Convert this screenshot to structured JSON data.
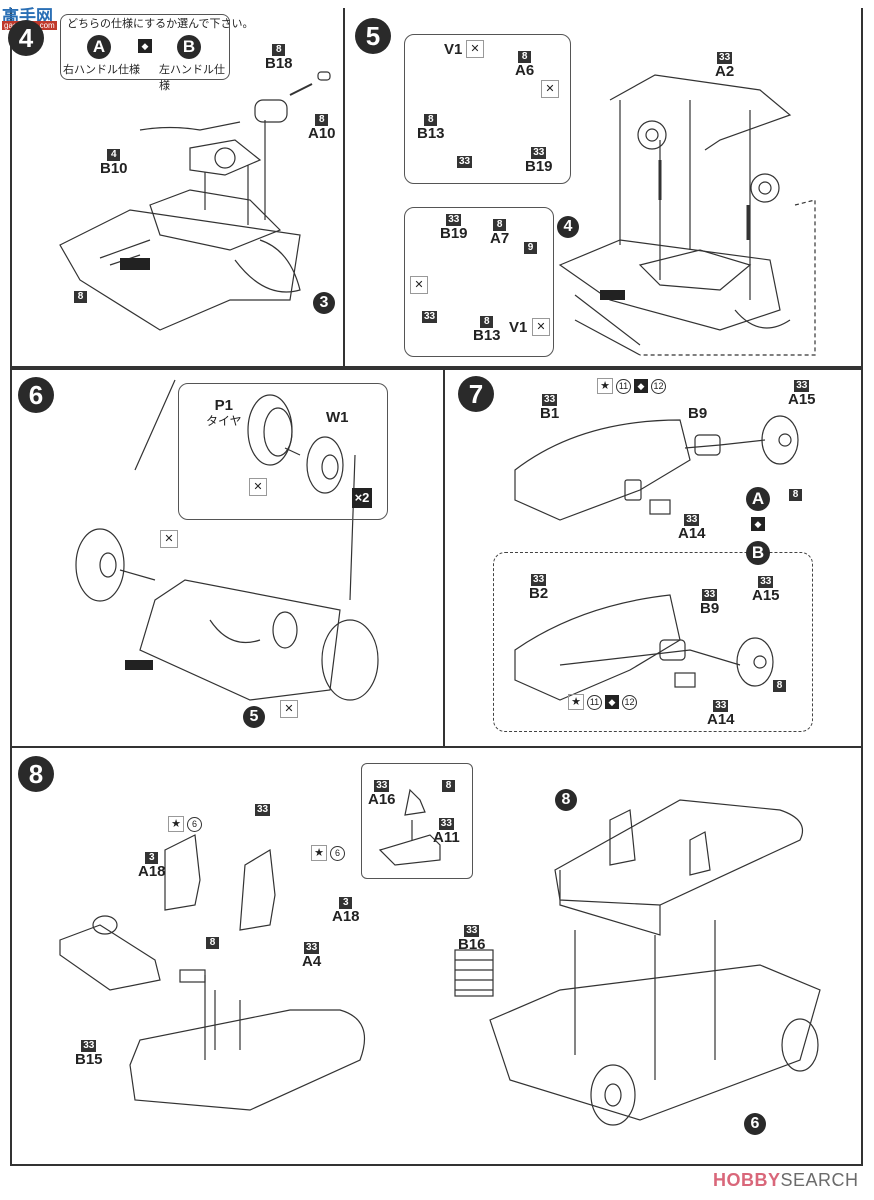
{
  "watermark_top": {
    "logo_text": "高手网",
    "url_text": "gao-shou.com"
  },
  "watermark_bottom": {
    "part1": "HOBBY",
    "part2": "SEARCH"
  },
  "step4": {
    "number": "4",
    "spec_note": "どちらの仕様にするか選んで下さい。",
    "option_a": {
      "letter": "A",
      "label": "右ハンドル仕様"
    },
    "option_b": {
      "letter": "B",
      "label": "左ハンドル仕様"
    },
    "parts": [
      {
        "id": "B18",
        "color": "8"
      },
      {
        "id": "A10",
        "color": "8"
      },
      {
        "id": "B10",
        "color": "4"
      }
    ],
    "floor_color": "8",
    "ref_step": "3"
  },
  "step5": {
    "number": "5",
    "upper_callout": {
      "parts": [
        {
          "id": "V1",
          "color": ""
        },
        {
          "id": "A6",
          "color": "8"
        },
        {
          "id": "B13",
          "color": "8"
        },
        {
          "id": "B19",
          "color": "33"
        }
      ],
      "spring_color": "33"
    },
    "lower_callout": {
      "parts": [
        {
          "id": "B19",
          "color": "33"
        },
        {
          "id": "A7",
          "color": "8"
        },
        {
          "id": "B13",
          "color": "8"
        },
        {
          "id": "V1",
          "color": ""
        }
      ],
      "disc_color": "9",
      "spring_color": "33"
    },
    "frame_part": {
      "id": "A2",
      "color": "33"
    },
    "ref_step": "4"
  },
  "step6": {
    "number": "6",
    "tire": {
      "id": "P1",
      "label": "タイヤ"
    },
    "wheel": {
      "id": "W1"
    },
    "multiplier": "×2",
    "ref_step": "5"
  },
  "step7": {
    "number": "7",
    "variant_a": {
      "letter": "A",
      "dash": {
        "id": "B1",
        "color": "33"
      },
      "column": {
        "id": "B9",
        "color": ""
      },
      "wheel": {
        "id": "A15",
        "color": "33"
      },
      "wheel_color2": "8",
      "decal": {
        "id": "A14",
        "color": "33"
      },
      "paint_opts": [
        "★",
        "11",
        "12"
      ]
    },
    "variant_b": {
      "letter": "B",
      "dash": {
        "id": "B2",
        "color": "33"
      },
      "column": {
        "id": "B9",
        "color": "33"
      },
      "wheel": {
        "id": "A15",
        "color": "33"
      },
      "wheel_color2": "8",
      "decal": {
        "id": "A14",
        "color": "33"
      },
      "paint_opts": [
        "★",
        "11",
        "12"
      ]
    }
  },
  "step8": {
    "number": "8",
    "seat_color": "33",
    "seat_left": {
      "id": "A18",
      "color": "3",
      "paint": "6"
    },
    "seat_right": {
      "id": "A18",
      "color": "3",
      "paint": "6"
    },
    "bracket": {
      "id": "A4",
      "color": "33"
    },
    "bracket_color2": "8",
    "tub": {
      "id": "B15",
      "color": "33"
    },
    "shifter_callout": {
      "knob": {
        "id": "A16",
        "color": "33"
      },
      "knob_color2": "8",
      "base": {
        "id": "A11",
        "color": "33"
      }
    },
    "radiator": {
      "id": "B16",
      "color": "33"
    },
    "ref_tub_step": "8",
    "ref_chassis_step": "6"
  }
}
